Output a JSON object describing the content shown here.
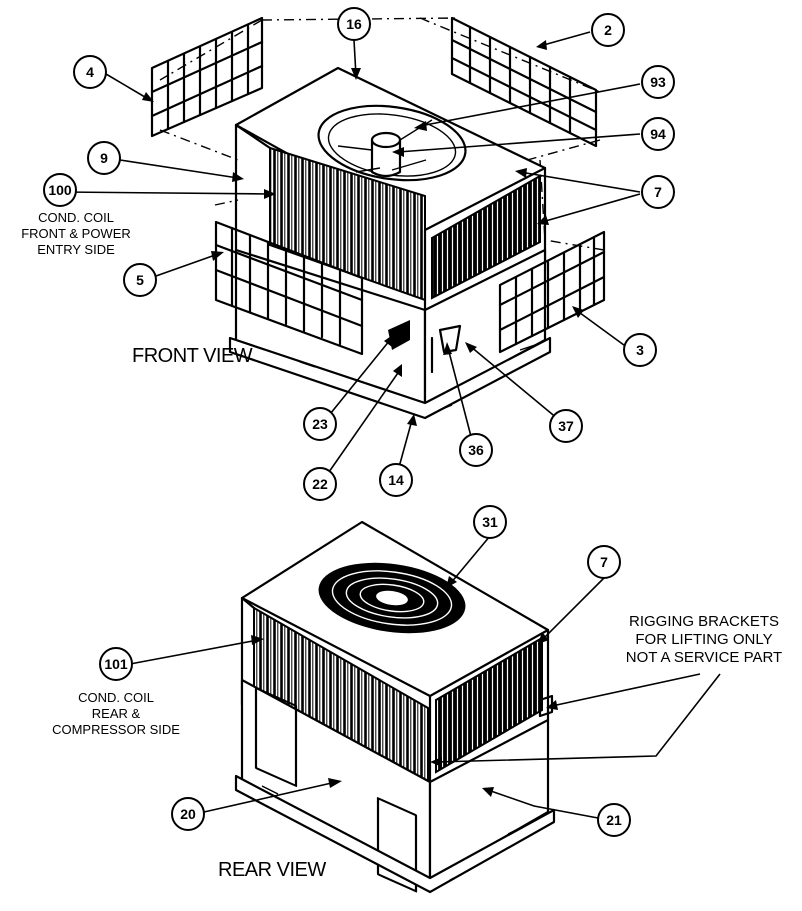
{
  "front_view": {
    "title": "FRONT VIEW",
    "coil_note": [
      "COND. COIL",
      "FRONT & POWER",
      "ENTRY SIDE"
    ],
    "callouts": [
      "16",
      "2",
      "4",
      "93",
      "94",
      "9",
      "7",
      "100",
      "5",
      "3",
      "23",
      "22",
      "14",
      "36",
      "37"
    ]
  },
  "rear_view": {
    "title": "REAR VIEW",
    "coil_note": [
      "COND. COIL",
      "REAR &",
      "COMPRESSOR SIDE"
    ],
    "rigging_note": [
      "RIGGING BRACKETS",
      "FOR LIFTING ONLY",
      "NOT A SERVICE PART"
    ],
    "callouts": [
      "31",
      "7",
      "101",
      "20",
      "21"
    ]
  }
}
